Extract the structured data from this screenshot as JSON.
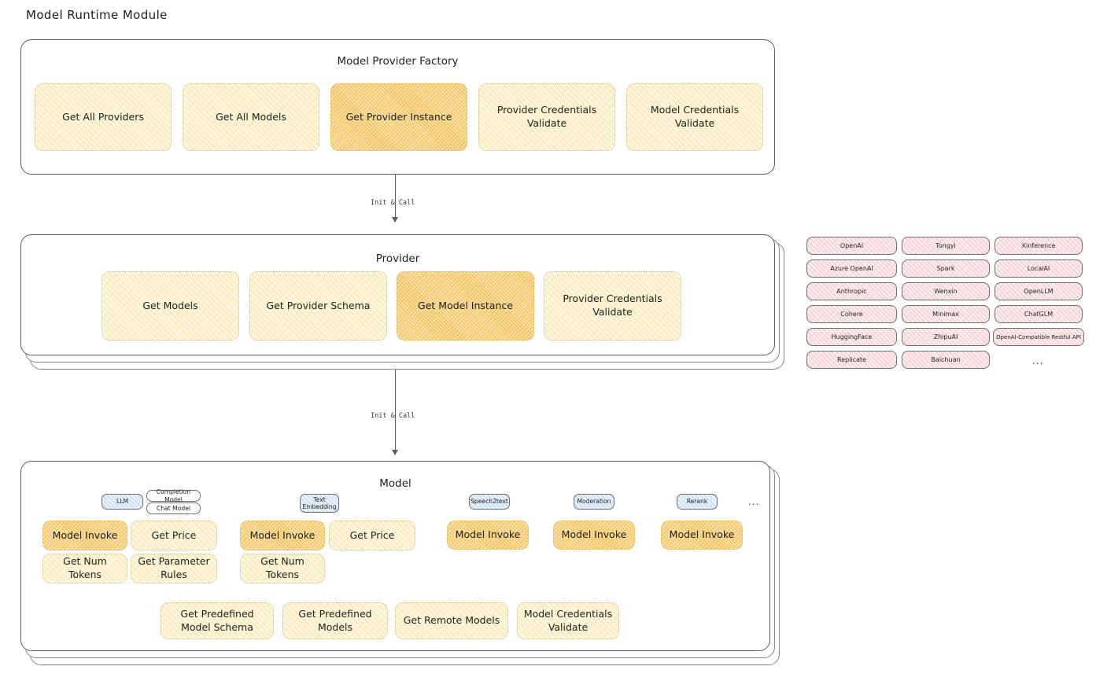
{
  "page": {
    "title": "Model Runtime Module"
  },
  "factory": {
    "title": "Model Provider Factory",
    "methods": [
      {
        "label": "Get All Providers",
        "highlight": false
      },
      {
        "label": "Get All Models",
        "highlight": false
      },
      {
        "label": "Get Provider Instance",
        "highlight": true
      },
      {
        "label": "Provider Credentials Validate",
        "highlight": false
      },
      {
        "label": "Model Credentials Validate",
        "highlight": false
      }
    ]
  },
  "arrows": {
    "factory_to_provider": "Init & Call",
    "provider_to_model": "Init & Call"
  },
  "provider": {
    "title": "Provider",
    "methods": [
      {
        "label": "Get Models",
        "highlight": false
      },
      {
        "label": "Get Provider Schema",
        "highlight": false
      },
      {
        "label": "Get Model Instance",
        "highlight": true
      },
      {
        "label": "Provider Credentials Validate",
        "highlight": false
      }
    ]
  },
  "provider_list": {
    "columns": [
      [
        "OpenAI",
        "Azure OpenAI",
        "Anthropic",
        "Cohere",
        "HuggingFace",
        "Replicate"
      ],
      [
        "Tongyi",
        "Spark",
        "Wenxin",
        "Minimax",
        "ZhipuAI",
        "Baichuan"
      ],
      [
        "Xinference",
        "LocalAI",
        "OpenLLM",
        "ChatGLM",
        "OpenAI-Compatible Restful API"
      ]
    ],
    "more": "..."
  },
  "model": {
    "title": "Model",
    "more": "...",
    "types": [
      {
        "badge": "LLM",
        "sub_badges": [
          "Completion Model",
          "Chat Model"
        ],
        "methods": [
          {
            "label": "Model Invoke",
            "highlight": true
          },
          {
            "label": "Get Price",
            "highlight": false
          },
          {
            "label": "Get Num Tokens",
            "highlight": false
          },
          {
            "label": "Get Parameter Rules",
            "highlight": false
          }
        ]
      },
      {
        "badge": "Text Embedding",
        "sub_badges": [],
        "methods": [
          {
            "label": "Model Invoke",
            "highlight": true
          },
          {
            "label": "Get Price",
            "highlight": false
          },
          {
            "label": "Get Num Tokens",
            "highlight": false
          }
        ]
      },
      {
        "badge": "Speech2text",
        "sub_badges": [],
        "methods": [
          {
            "label": "Model Invoke",
            "highlight": true
          }
        ]
      },
      {
        "badge": "Moderation",
        "sub_badges": [],
        "methods": [
          {
            "label": "Model Invoke",
            "highlight": true
          }
        ]
      },
      {
        "badge": "Rerank",
        "sub_badges": [],
        "methods": [
          {
            "label": "Model Invoke",
            "highlight": true
          }
        ]
      }
    ],
    "common_methods": [
      {
        "label": "Get Predefined Model Schema",
        "highlight": false
      },
      {
        "label": "Get Predefined Models",
        "highlight": false
      },
      {
        "label": "Get Remote Models",
        "highlight": false
      },
      {
        "label": "Model Credentials Validate",
        "highlight": false
      }
    ]
  },
  "colors": {
    "method_fill": "#fdf6e0",
    "method_fill_highlight": "#fbe3b0",
    "provider_chip_fill": "#fdeff0",
    "badge_fill": "#e8f2fb",
    "stroke": "#5c5c5c"
  }
}
